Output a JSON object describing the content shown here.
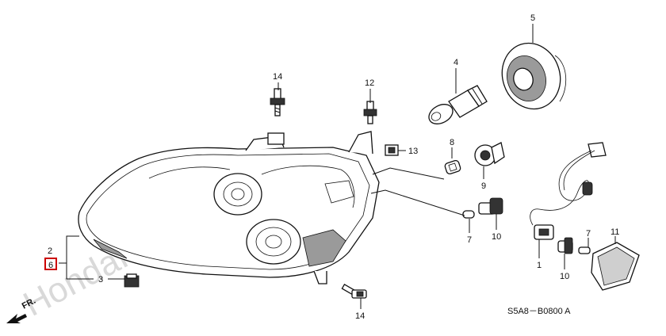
{
  "diagram": {
    "code_label": "S5A8－B0800 A",
    "direction_label": "FR.",
    "watermark": "HondaPartsMiru.ru",
    "highlight_color": "#cc0000",
    "callouts": [
      {
        "id": "c2",
        "text": "2"
      },
      {
        "id": "c6",
        "text": "6",
        "highlighted": true
      },
      {
        "id": "c3",
        "text": "3"
      },
      {
        "id": "c14a",
        "text": "14"
      },
      {
        "id": "c12",
        "text": "12"
      },
      {
        "id": "c13",
        "text": "13"
      },
      {
        "id": "c14b",
        "text": "14"
      },
      {
        "id": "c4",
        "text": "4"
      },
      {
        "id": "c5",
        "text": "5"
      },
      {
        "id": "c8",
        "text": "8"
      },
      {
        "id": "c9",
        "text": "9"
      },
      {
        "id": "c7a",
        "text": "7"
      },
      {
        "id": "c10a",
        "text": "10"
      },
      {
        "id": "c1",
        "text": "1"
      },
      {
        "id": "c10b",
        "text": "10"
      },
      {
        "id": "c7b",
        "text": "7"
      },
      {
        "id": "c11",
        "text": "11"
      }
    ]
  }
}
